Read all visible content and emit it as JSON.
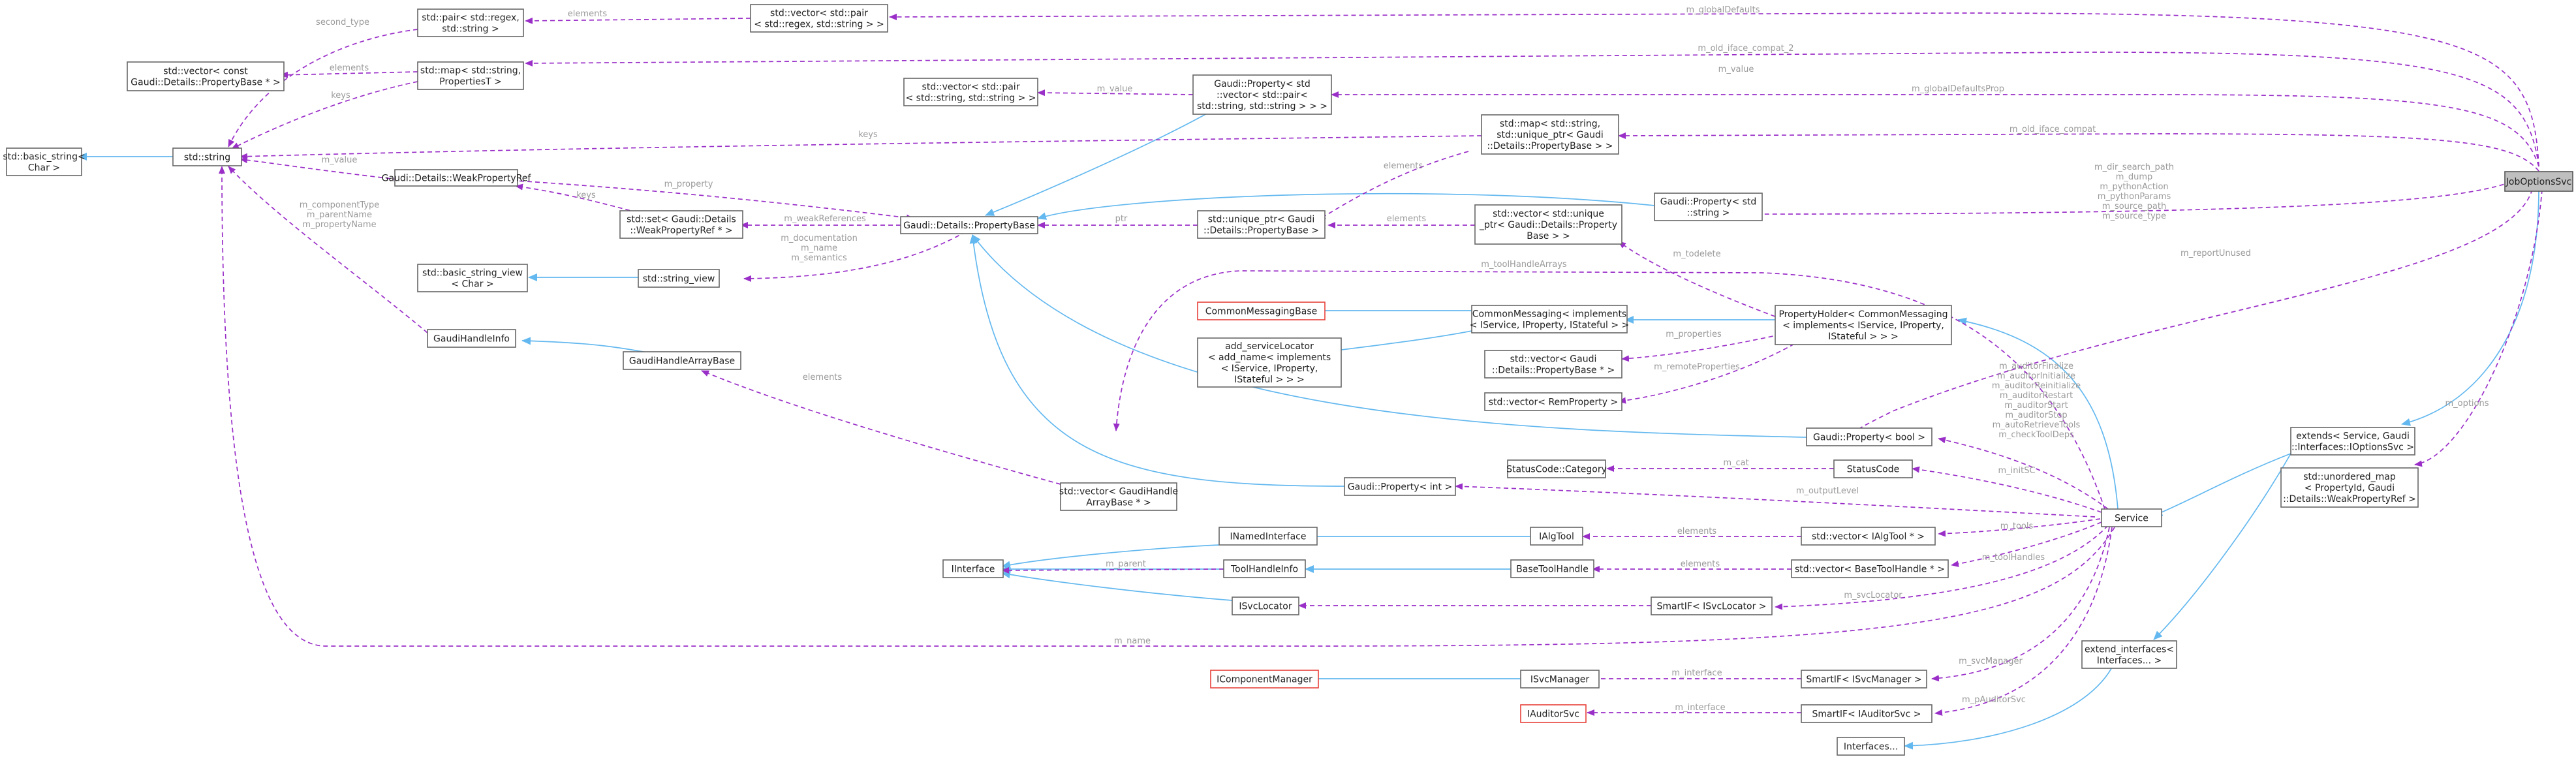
{
  "nodes": [
    {
      "id": "JobOptionsSvc",
      "lines": [
        "JobOptionsSvc"
      ],
      "highlight": true
    },
    {
      "id": "basic_string",
      "lines": [
        "std::basic_string<",
        "Char >"
      ]
    },
    {
      "id": "string",
      "lines": [
        "std::string"
      ]
    },
    {
      "id": "vec_const_pb",
      "lines": [
        "std::vector< const",
        "Gaudi::Details::PropertyBase * >"
      ]
    },
    {
      "id": "pair_regex",
      "lines": [
        "std::pair< std::regex,",
        "std::string >"
      ]
    },
    {
      "id": "vec_pair_regex",
      "lines": [
        "std::vector< std::pair",
        "< std::regex, std::string > >"
      ]
    },
    {
      "id": "map_propT",
      "lines": [
        "std::map< std::string,",
        "PropertiesT >"
      ]
    },
    {
      "id": "vec_pair_str",
      "lines": [
        "std::vector< std::pair",
        "< std::string, std::string > >"
      ]
    },
    {
      "id": "prop_vec_pair",
      "lines": [
        "Gaudi::Property< std",
        "::vector< std::pair<",
        "std::string, std::string > > >"
      ]
    },
    {
      "id": "map_unique",
      "lines": [
        "std::map< std::string,",
        "std::unique_ptr< Gaudi",
        "::Details::PropertyBase > >"
      ]
    },
    {
      "id": "weakref",
      "lines": [
        "Gaudi::Details::WeakPropertyRef"
      ]
    },
    {
      "id": "set_weakref",
      "lines": [
        "std::set< Gaudi::Details",
        "::WeakPropertyRef * >"
      ]
    },
    {
      "id": "propbase",
      "lines": [
        "Gaudi::Details::PropertyBase"
      ]
    },
    {
      "id": "unique_pb",
      "lines": [
        "std::unique_ptr< Gaudi",
        "::Details::PropertyBase >"
      ]
    },
    {
      "id": "vec_unique",
      "lines": [
        "std::vector< std::unique",
        "_ptr< Gaudi::Details::Property",
        "Base > >"
      ]
    },
    {
      "id": "prop_string",
      "lines": [
        "Gaudi::Property< std",
        "::string >"
      ]
    },
    {
      "id": "bsv",
      "lines": [
        "std::basic_string_view",
        "< Char >"
      ]
    },
    {
      "id": "string_view",
      "lines": [
        "std::string_view"
      ]
    },
    {
      "id": "ghi",
      "lines": [
        "GaudiHandleInfo"
      ]
    },
    {
      "id": "ghab",
      "lines": [
        "GaudiHandleArrayBase"
      ]
    },
    {
      "id": "cmb",
      "lines": [
        "CommonMessagingBase"
      ],
      "red": true
    },
    {
      "id": "addsl",
      "lines": [
        "add_serviceLocator",
        "< add_name< implements",
        "< IService, IProperty,",
        "IStateful > > >"
      ]
    },
    {
      "id": "cm_impl",
      "lines": [
        "CommonMessaging< implements",
        "< IService, IProperty, IStateful > >"
      ]
    },
    {
      "id": "ph",
      "lines": [
        "PropertyHolder< CommonMessaging",
        "< implements< IService, IProperty,",
        "IStateful > > >"
      ]
    },
    {
      "id": "vec_gdpb",
      "lines": [
        "std::vector< Gaudi",
        "::Details::PropertyBase * >"
      ]
    },
    {
      "id": "vec_remprop",
      "lines": [
        "std::vector< RemProperty >"
      ]
    },
    {
      "id": "prop_bool",
      "lines": [
        "Gaudi::Property< bool >"
      ]
    },
    {
      "id": "statuscat",
      "lines": [
        "StatusCode::Category"
      ]
    },
    {
      "id": "statuscode",
      "lines": [
        "StatusCode"
      ]
    },
    {
      "id": "vec_ghab",
      "lines": [
        "std::vector< GaudiHandle",
        "ArrayBase * >"
      ]
    },
    {
      "id": "prop_int",
      "lines": [
        "Gaudi::Property< int >"
      ]
    },
    {
      "id": "inamed",
      "lines": [
        "INamedInterface"
      ]
    },
    {
      "id": "ialgtool",
      "lines": [
        "IAlgTool"
      ]
    },
    {
      "id": "vec_ialgtool",
      "lines": [
        "std::vector< IAlgTool * >"
      ]
    },
    {
      "id": "iface",
      "lines": [
        "IInterface"
      ]
    },
    {
      "id": "thi",
      "lines": [
        "ToolHandleInfo"
      ]
    },
    {
      "id": "bth",
      "lines": [
        "BaseToolHandle"
      ]
    },
    {
      "id": "vec_bth",
      "lines": [
        "std::vector< BaseToolHandle * >"
      ]
    },
    {
      "id": "isvcloc",
      "lines": [
        "ISvcLocator"
      ]
    },
    {
      "id": "smart_loc",
      "lines": [
        "SmartIF< ISvcLocator >"
      ]
    },
    {
      "id": "service",
      "lines": [
        "Service"
      ]
    },
    {
      "id": "extends",
      "lines": [
        "extends< Service, Gaudi",
        "::Interfaces::IOptionsSvc >"
      ]
    },
    {
      "id": "umap",
      "lines": [
        "std::unordered_map",
        "< PropertyId, Gaudi",
        "::Details::WeakPropertyRef >"
      ]
    },
    {
      "id": "icm",
      "lines": [
        "IComponentManager"
      ],
      "red": true
    },
    {
      "id": "isvcmgr",
      "lines": [
        "ISvcManager"
      ]
    },
    {
      "id": "smart_mgr",
      "lines": [
        "SmartIF< ISvcManager >"
      ]
    },
    {
      "id": "ext_ifaces",
      "lines": [
        "extend_interfaces<",
        "Interfaces... >"
      ]
    },
    {
      "id": "iauditor",
      "lines": [
        "IAuditorSvc"
      ],
      "red": true
    },
    {
      "id": "smart_aud",
      "lines": [
        "SmartIF< IAuditorSvc >"
      ]
    },
    {
      "id": "ifaces",
      "lines": [
        "Interfaces..."
      ]
    }
  ],
  "edge_labels": [
    {
      "id": "l_globalDefaults",
      "text": "m_globalDefaults"
    },
    {
      "id": "l_elements1",
      "text": "elements"
    },
    {
      "id": "l_second",
      "text": "second_type"
    },
    {
      "id": "l_dump",
      "text": "m_old_iface_compat_2"
    },
    {
      "id": "l_elements2",
      "text": "elements"
    },
    {
      "id": "l_keys1",
      "text": "keys"
    },
    {
      "id": "l_value1",
      "text": "m_value"
    },
    {
      "id": "l_globalDefaultsProp",
      "text": "m_globalDefaultsProp"
    },
    {
      "id": "l_keys2",
      "text": "keys"
    },
    {
      "id": "l_oldiface",
      "text": "m_old_iface_compat"
    },
    {
      "id": "l_elements3",
      "text": "elements"
    },
    {
      "id": "l_props_strings",
      "text": "m_dir_search_path\nm_dump\nm_pythonAction\nm_pythonParams\nm_source_path\nm_source_type"
    },
    {
      "id": "l_value2",
      "text": "m_value"
    },
    {
      "id": "l_property",
      "text": "m_property"
    },
    {
      "id": "l_keys3",
      "text": "keys"
    },
    {
      "id": "l_weakref",
      "text": "m_weakReferences"
    },
    {
      "id": "l_ptr",
      "text": "ptr"
    },
    {
      "id": "l_elements4",
      "text": "elements"
    },
    {
      "id": "l_comp",
      "text": "m_componentType\nm_parentName\nm_propertyName"
    },
    {
      "id": "l_doc",
      "text": "m_documentation\nm_name\nm_semantics"
    },
    {
      "id": "l_toHandleArrays",
      "text": "m_toolHandleArrays"
    },
    {
      "id": "l_todelete",
      "text": "m_todelete"
    },
    {
      "id": "l_reportUnused",
      "text": "m_reportUnused"
    },
    {
      "id": "l_properties",
      "text": "m_properties"
    },
    {
      "id": "l_remoteProps",
      "text": "m_remoteProperties"
    },
    {
      "id": "l_elements5",
      "text": "elements"
    },
    {
      "id": "l_auditors",
      "text": "m_auditorFinalize\nm_auditorInitialize\nm_auditorReinitialize\nm_auditorRestart\nm_auditorStart\nm_auditorStop\nm_autoRetrieveTools\nm_checkToolDeps"
    },
    {
      "id": "l_options",
      "text": "m_options"
    },
    {
      "id": "l_cat",
      "text": "m_cat"
    },
    {
      "id": "l_initSC",
      "text": "m_initSC"
    },
    {
      "id": "l_outputLevel",
      "text": "m_outputLevel"
    },
    {
      "id": "l_elements6",
      "text": "elements"
    },
    {
      "id": "l_tools",
      "text": "m_tools"
    },
    {
      "id": "l_parent",
      "text": "m_parent"
    },
    {
      "id": "l_elements7",
      "text": "elements"
    },
    {
      "id": "l_toolHandles",
      "text": "m_toolHandles"
    },
    {
      "id": "l_svcloc_iface",
      "text": "m_svcLocator"
    },
    {
      "id": "l_svcLocator",
      "text": "m_svcLocator"
    },
    {
      "id": "l_name",
      "text": "m_name"
    },
    {
      "id": "l_interface1",
      "text": "m_interface"
    },
    {
      "id": "l_svcManager",
      "text": "m_svcManager"
    },
    {
      "id": "l_interface2",
      "text": "m_interface"
    },
    {
      "id": "l_pAuditorSvc",
      "text": "m_pAuditorSvc"
    },
    {
      "id": "l_value3",
      "text": "m_value"
    }
  ]
}
